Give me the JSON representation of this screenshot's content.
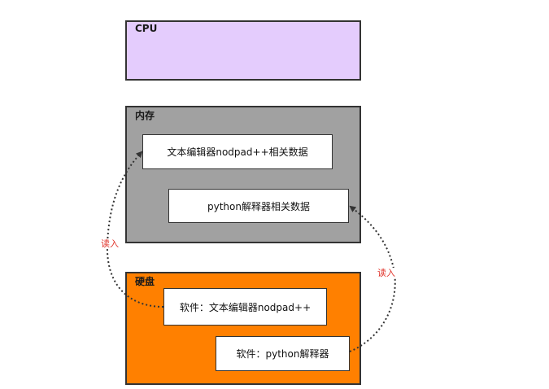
{
  "colors": {
    "cpu_fill": "#e4ccfd",
    "memory_fill": "#a1a1a1",
    "disk_fill": "#ff8000",
    "arrow": "#333333",
    "read_label": "#e0332a"
  },
  "cpu": {
    "title": "CPU"
  },
  "memory": {
    "title": "内存",
    "items": [
      {
        "label": "文本编辑器nodpad++相关数据"
      },
      {
        "label": "python解释器相关数据"
      }
    ]
  },
  "disk": {
    "title": "硬盘",
    "items": [
      {
        "label": "软件：文本编辑器nodpad++"
      },
      {
        "label": "软件：python解释器"
      }
    ]
  },
  "arrows": [
    {
      "label": "读入",
      "from": "disk.items.0",
      "to": "memory.items.0"
    },
    {
      "label": "读入",
      "from": "disk.items.1",
      "to": "memory.items.1"
    }
  ]
}
